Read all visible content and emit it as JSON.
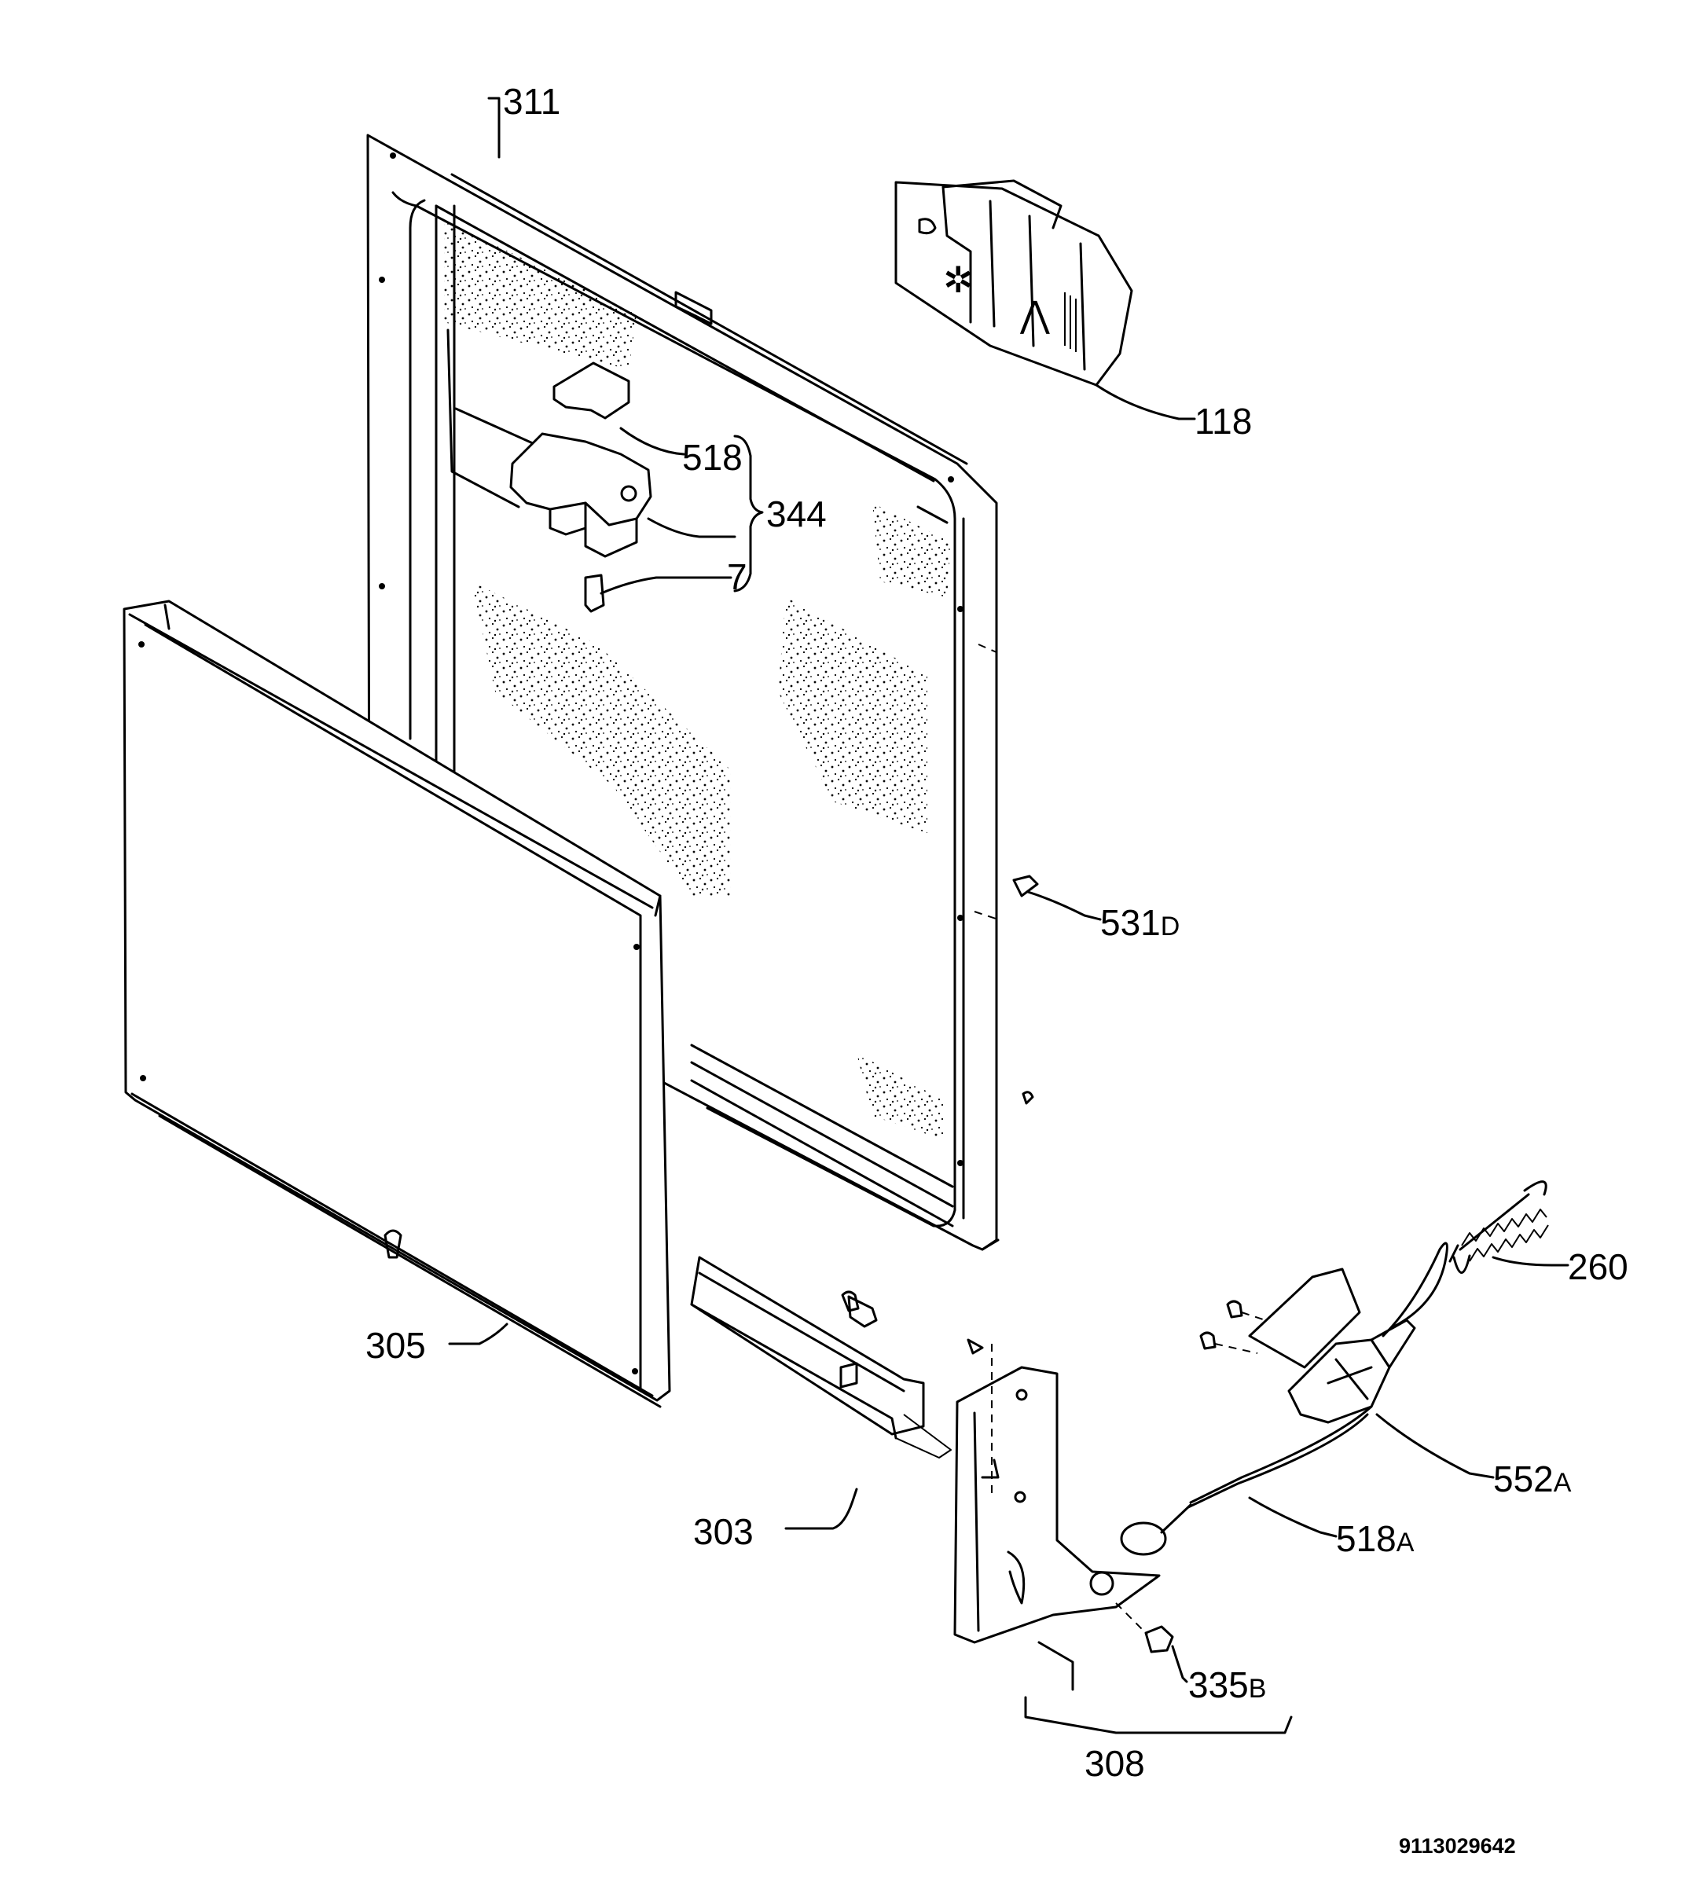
{
  "labels": {
    "p311": "311",
    "p118": "118",
    "p518": "518",
    "p344": "344",
    "p7": "7",
    "p531": "531",
    "p531_suffix": "D",
    "p260": "260",
    "p305": "305",
    "p552": "552",
    "p552_suffix": "A",
    "p518a": "518",
    "p518a_suffix": "A",
    "p303": "303",
    "p335": "335",
    "p335_suffix": "B",
    "p308": "308"
  },
  "document_number": "9113029642"
}
